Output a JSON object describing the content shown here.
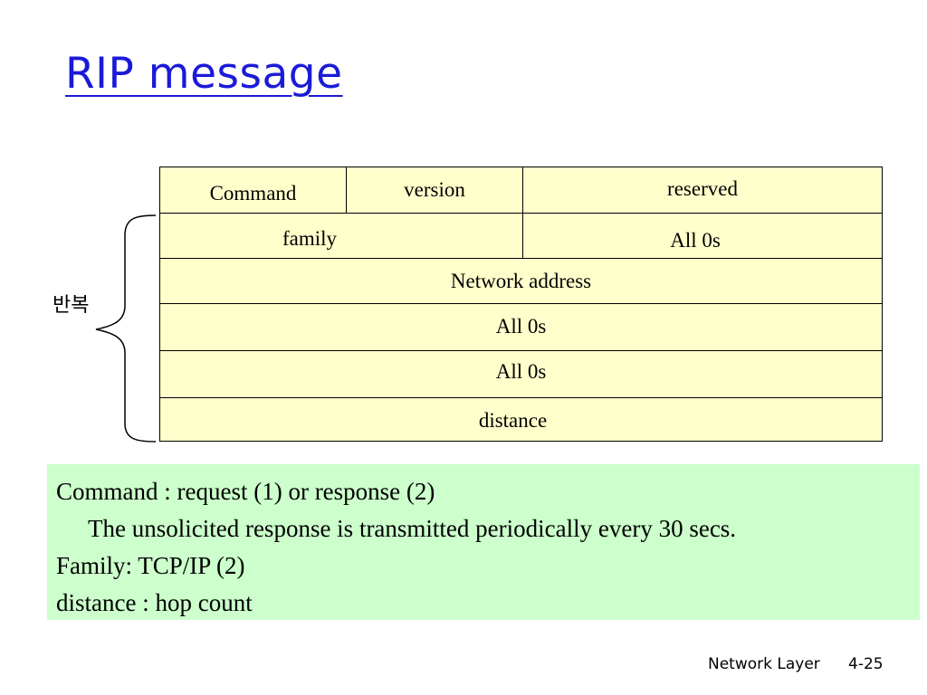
{
  "slide": {
    "title": "RIP message",
    "title_color": "#1a1ad8"
  },
  "packet": {
    "fill_color": "#FFFFCC",
    "rows": {
      "r0": {
        "c0": "Command",
        "c1": "version",
        "c2": "reserved"
      },
      "r1": {
        "c0": "family",
        "c1": "All 0s"
      },
      "r2": {
        "c0": "Network address"
      },
      "r3": {
        "c0": "All 0s"
      },
      "r4": {
        "c0": "All 0s"
      },
      "r5": {
        "c0": "distance"
      }
    }
  },
  "repeat_label": "반복",
  "notes": {
    "fill_color": "#CCFFCC",
    "lines": [
      "Command : request (1) or response (2)",
      "The unsolicited response is transmitted periodically every 30 secs.",
      "Family:  TCP/IP (2)",
      "distance : hop count"
    ]
  },
  "footer": {
    "section": "Network Layer",
    "page": "4-25"
  }
}
